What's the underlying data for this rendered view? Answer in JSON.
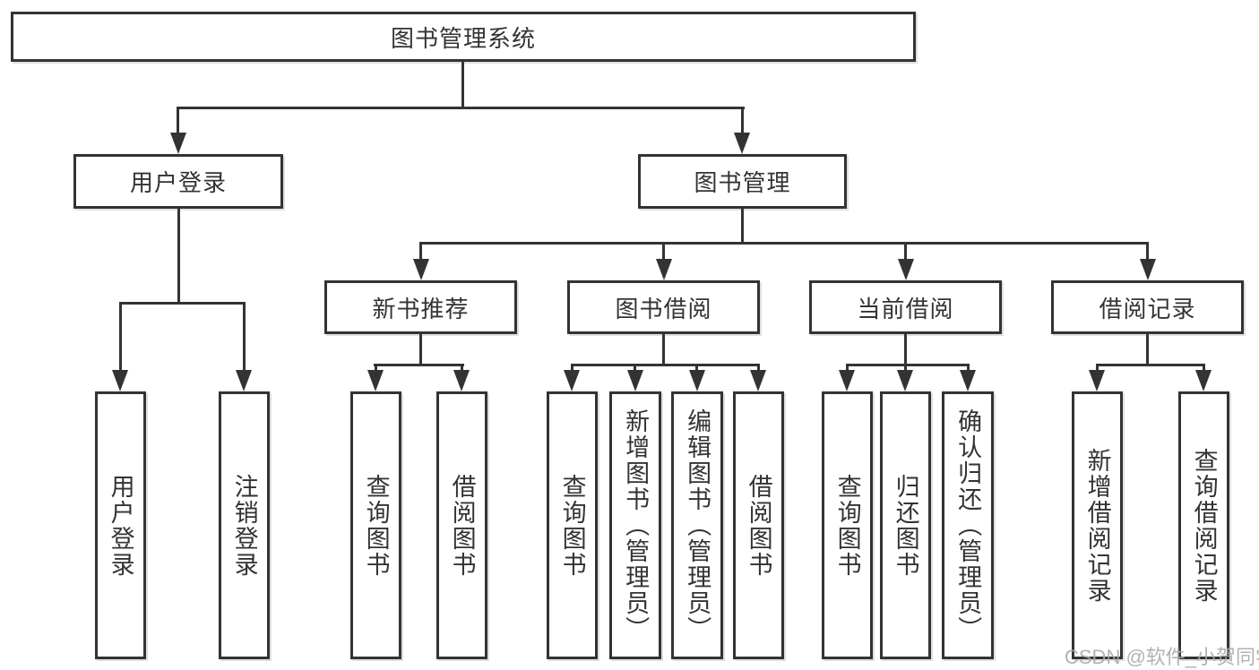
{
  "diagram": {
    "root_label": "图书管理系统",
    "branches": [
      {
        "label": "用户登录",
        "children": [
          "用户登录",
          "注销登录"
        ]
      },
      {
        "label": "图书管理",
        "groups": [
          {
            "label": "新书推荐",
            "children": [
              "查询图书",
              "借阅图书"
            ]
          },
          {
            "label": "图书借阅",
            "children": [
              "查询图书",
              "新增图书（管理员）",
              "编辑图书（管理员）",
              "借阅图书"
            ]
          },
          {
            "label": "当前借阅",
            "children": [
              "查询图书",
              "归还图书",
              "确认归还（管理员）"
            ]
          },
          {
            "label": "借阅记录",
            "children": [
              "新增借阅记录",
              "查询借阅记录"
            ]
          }
        ]
      }
    ]
  },
  "watermark": "CSDN @软件_小贺同学",
  "colors": {
    "line": "#333333",
    "box_background": "#ffffff",
    "text": "#333333",
    "watermark": "#aaaaaa"
  }
}
